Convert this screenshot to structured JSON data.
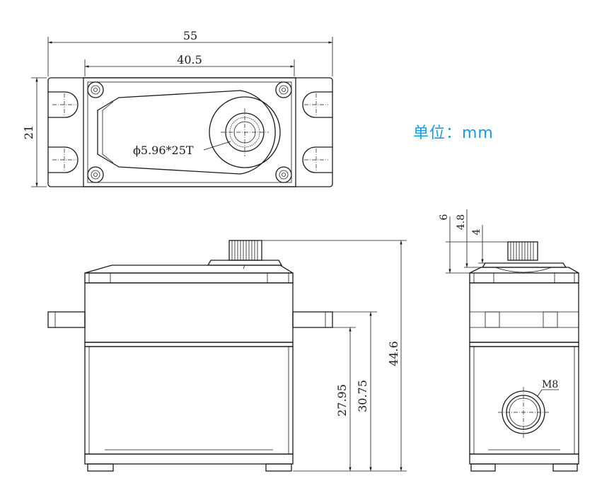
{
  "unit_label": "单位：mm",
  "top_view": {
    "overall_length": "55",
    "hole_spacing": "40.5",
    "width": "21",
    "spline_spec": "ϕ5.96*25T"
  },
  "front_view": {
    "total_height": "44.6",
    "height_to_flange_top": "30.75",
    "height_to_flange_bottom": "27.95"
  },
  "side_view": {
    "dim_a": "6",
    "dim_b": "4.8",
    "dim_c": "4",
    "screw_label": "M8"
  }
}
